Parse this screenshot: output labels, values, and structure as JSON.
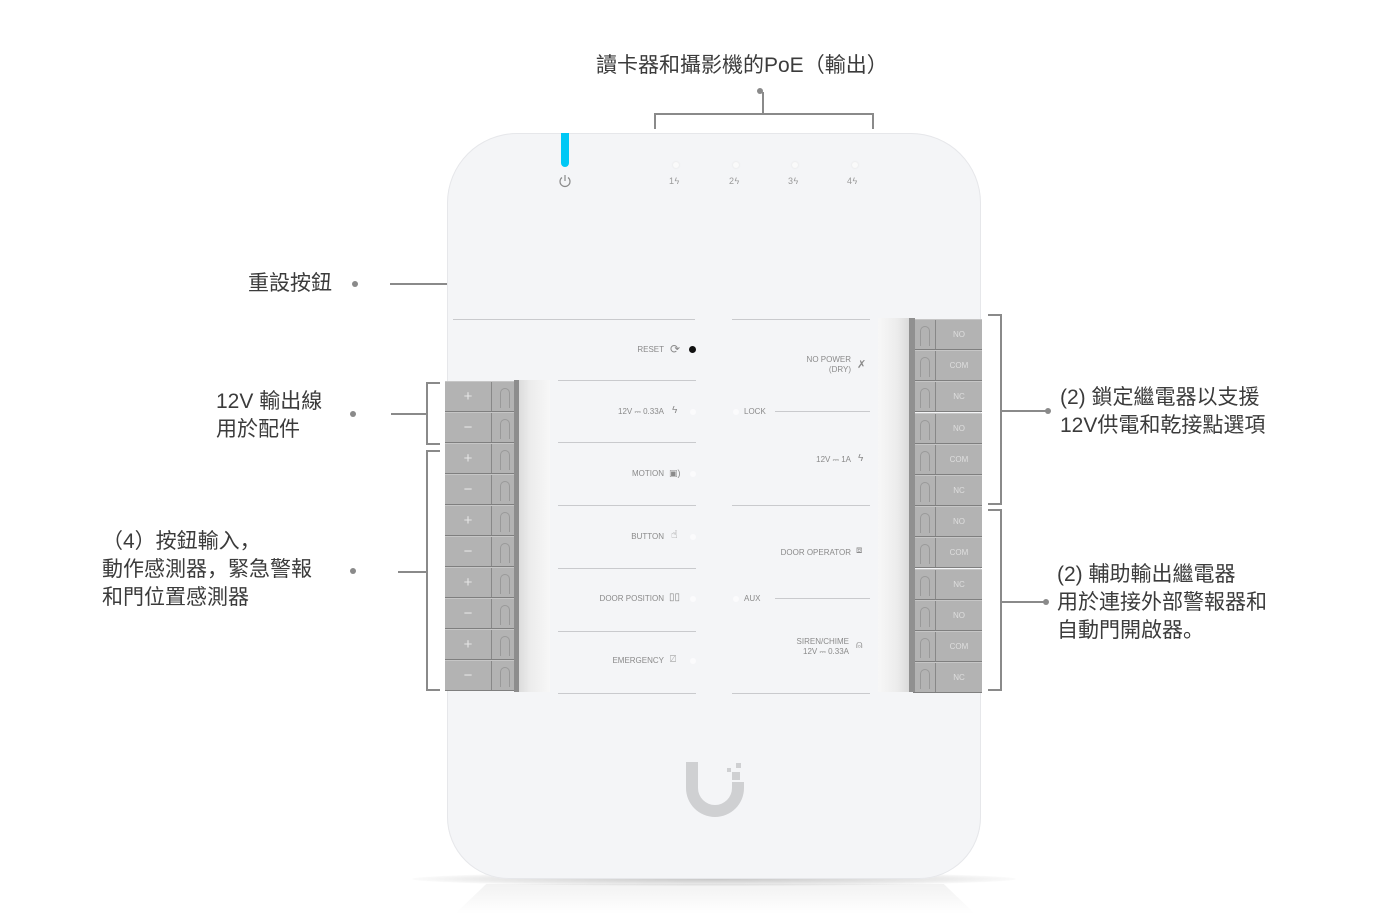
{
  "callouts": {
    "poe": {
      "label": "讀卡器和攝影機的PoE（輸出）"
    },
    "reset": {
      "label": "重設按鈕"
    },
    "power_12v": {
      "label": "12V 輸出線\n用於配件"
    },
    "inputs": {
      "label": "（4）按鈕輸入，\n動作感測器，緊急警報\n和門位置感測器"
    },
    "lock_relays": {
      "label": "(2) 鎖定繼電器以支援\n12V供電和乾接點選項"
    },
    "aux_relays": {
      "label": "(2) 輔助輸出繼電器\n用於連接外部警報器和\n自動門開啟器。"
    }
  },
  "device": {
    "status_led_color": "#00c8f5",
    "power_icon": "power-icon",
    "poe_ports": [
      {
        "label": "1",
        "icon": "lightning-icon"
      },
      {
        "label": "2",
        "icon": "lightning-icon"
      },
      {
        "label": "3",
        "icon": "lightning-icon"
      },
      {
        "label": "4",
        "icon": "lightning-icon"
      }
    ],
    "left_panel": {
      "reset": {
        "label": "RESET",
        "icon": "reset-icon"
      },
      "items": [
        {
          "label": "12V ⎓ 0.33A",
          "icon": "lightning-icon"
        },
        {
          "label": "MOTION",
          "icon": "motion-sensor-icon"
        },
        {
          "label": "BUTTON",
          "icon": "hand-press-icon"
        },
        {
          "label": "DOOR POSITION",
          "icon": "door-position-icon"
        },
        {
          "label": "EMERGENCY",
          "icon": "emergency-exit-icon"
        }
      ]
    },
    "right_panel": {
      "lock": {
        "label": "LOCK"
      },
      "no_power": {
        "label": "NO POWER\n(DRY)",
        "icon": "no-power-icon"
      },
      "lock_power": {
        "label": "12V ⎓ 1A",
        "icon": "lightning-icon"
      },
      "aux": {
        "label": "AUX"
      },
      "door_operator": {
        "label": "DOOR OPERATOR",
        "icon": "door-operator-icon"
      },
      "siren": {
        "label": "SIREN/CHIME\n12V ⎓ 0.33A",
        "icon": "bell-icon"
      }
    },
    "left_terminals": [
      "+",
      "−",
      "+",
      "−",
      "+",
      "−",
      "+",
      "−",
      "+",
      "−"
    ],
    "right_terminals": [
      "NO",
      "COM",
      "NC",
      "NO",
      "COM",
      "NC",
      "NO",
      "COM",
      "NC",
      "NO",
      "COM",
      "NC"
    ],
    "logo": "ubiquiti-u-logo"
  }
}
